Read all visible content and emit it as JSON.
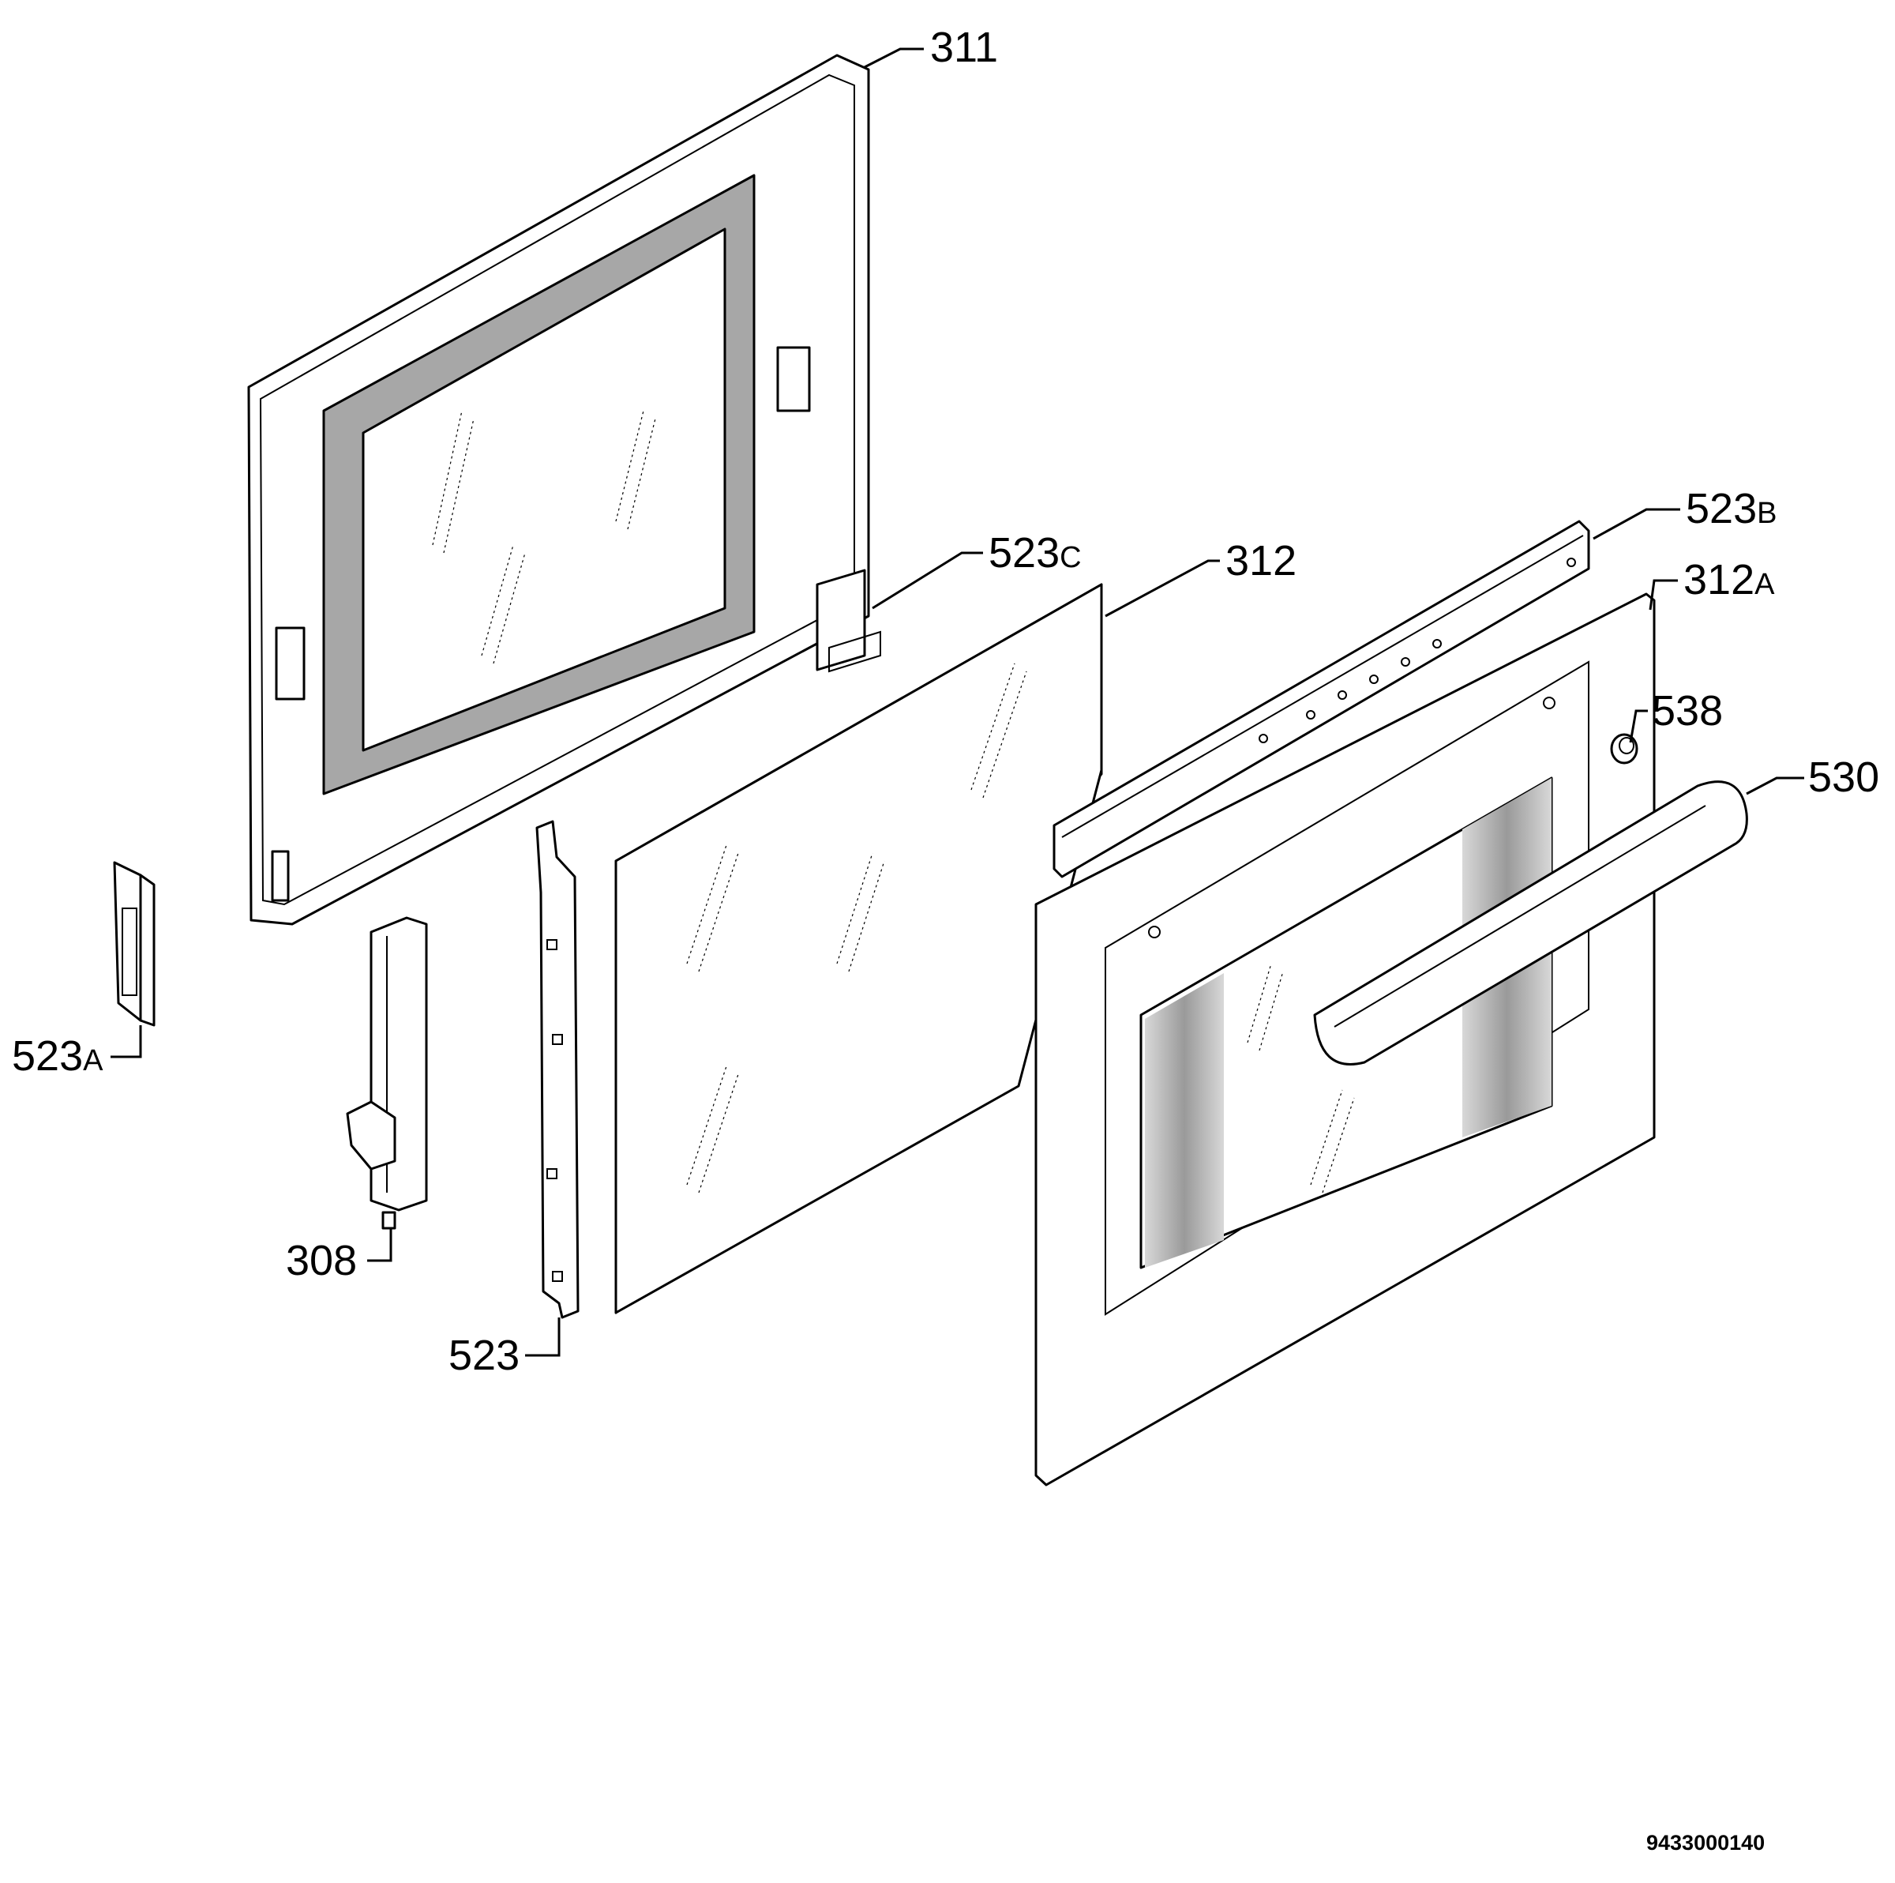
{
  "diagram": {
    "drawing_number": "9433000140",
    "callouts": [
      {
        "id": "311",
        "num": "311",
        "suffix": ""
      },
      {
        "id": "523b",
        "num": "523",
        "suffix": "B"
      },
      {
        "id": "523c",
        "num": "523",
        "suffix": "C"
      },
      {
        "id": "312",
        "num": "312",
        "suffix": ""
      },
      {
        "id": "312a",
        "num": "312",
        "suffix": "A"
      },
      {
        "id": "538",
        "num": "538",
        "suffix": ""
      },
      {
        "id": "530",
        "num": "530",
        "suffix": ""
      },
      {
        "id": "523a",
        "num": "523",
        "suffix": "A"
      },
      {
        "id": "308",
        "num": "308",
        "suffix": ""
      },
      {
        "id": "523",
        "num": "523",
        "suffix": ""
      }
    ]
  },
  "colors": {
    "line": "#000000",
    "background": "#ffffff",
    "glass_shade": "#bdbdbd"
  }
}
